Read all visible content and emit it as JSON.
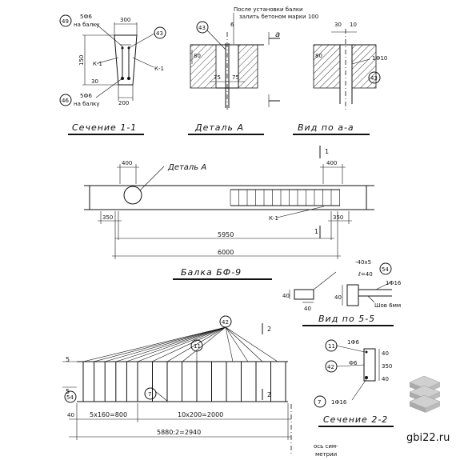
{
  "section11": {
    "title": "Сечение 1-1",
    "top_note": "5Ф6",
    "top_note2": "на балку",
    "bot_note": "5Ф6",
    "bot_note2": "на балку",
    "dim_top": "300",
    "dim_bot": "200",
    "dim_h": "150",
    "dim_30": "30",
    "kr1a": "К-1",
    "kr1b": "К-1",
    "callout_top": "49",
    "callout_bot": "46",
    "callout_right": "43"
  },
  "detailA": {
    "title": "Деталь А",
    "note1": "После установки балки",
    "note2": "залить бетоном марки 100",
    "dim_80": "80",
    "dim_75a": "75",
    "dim_75b": "75",
    "dim_6": "6",
    "callout": "43",
    "mark_a": "а"
  },
  "viewAA": {
    "title": "Вид по а-а",
    "dim_30a": "30",
    "dim_10": "10",
    "dim_80": "80",
    "rebar": "1Ф10",
    "callout": "43"
  },
  "beam": {
    "title": "Балка БФ-9",
    "dim_400a": "400",
    "dim_400b": "400",
    "dim_350a": "350",
    "dim_350b": "350",
    "dim_5950": "5950",
    "dim_6000": "6000",
    "detail_label": "Деталь А",
    "kr1": "К-1",
    "sec1": "1",
    "sec1b": "1"
  },
  "view55": {
    "title": "Вид по 5-5",
    "plate": "-40х5",
    "plate2": "ℓ=40",
    "rebar": "1Ф16",
    "weld": "Шов 6мм",
    "dim_40a": "40",
    "dim_40b": "40",
    "dim_40c": "40",
    "callout": "54"
  },
  "frame": {
    "dim_40a": "40",
    "dim_5x160": "5х160=800",
    "dim_10x200": "10х200=2000",
    "dim_total": "5880:2=2940",
    "dim_5a": "5",
    "dim_5b": "5",
    "callout42": "42",
    "callout11": "11",
    "callout7": "7",
    "callout54": "54",
    "sec2": "2",
    "sec2b": "2",
    "axis_note": "ось сим-",
    "axis_note2": "метрии"
  },
  "section22": {
    "title": "Сечение 2-2",
    "top": "1Ф6",
    "mid": "Ф6",
    "bot": "1Ф16",
    "dim_40a": "40",
    "dim_350": "350",
    "dim_40b": "40",
    "c11": "11",
    "c42": "42",
    "c7": "7"
  },
  "watermark": "gbi22.ru"
}
